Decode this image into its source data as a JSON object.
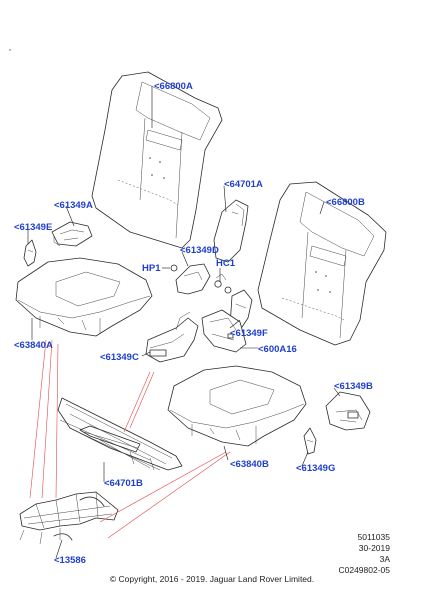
{
  "callouts": {
    "c66800A_1": "<66800A",
    "c64701A": "<64701A",
    "c61349A": "<61349A",
    "c61349E": "<61349E",
    "c66800B": "<66800B",
    "c61349D": "<61349D",
    "cHP1": "HP1",
    "cHC1": "HC1",
    "c61349F": "<61349F",
    "c63840A": "<63840A",
    "c600A16": "<600A16",
    "c61349C": "<61349C",
    "c61349B": "<61349B",
    "c63840B": "<63840B",
    "c61349G": "<61349G",
    "c64701B": "<64701B",
    "c13586": "<13586"
  },
  "reference": {
    "line1": "5011035",
    "line2": "30-2019",
    "line3": "3A",
    "line4": "C0249802-05"
  },
  "copyright": "© Copyright, 2016 - 2019. Jaguar Land Rover Limited.",
  "colors": {
    "callout": "#1f3fd1",
    "red_leader": "#e24a4a",
    "line": "#2a2a2a"
  }
}
